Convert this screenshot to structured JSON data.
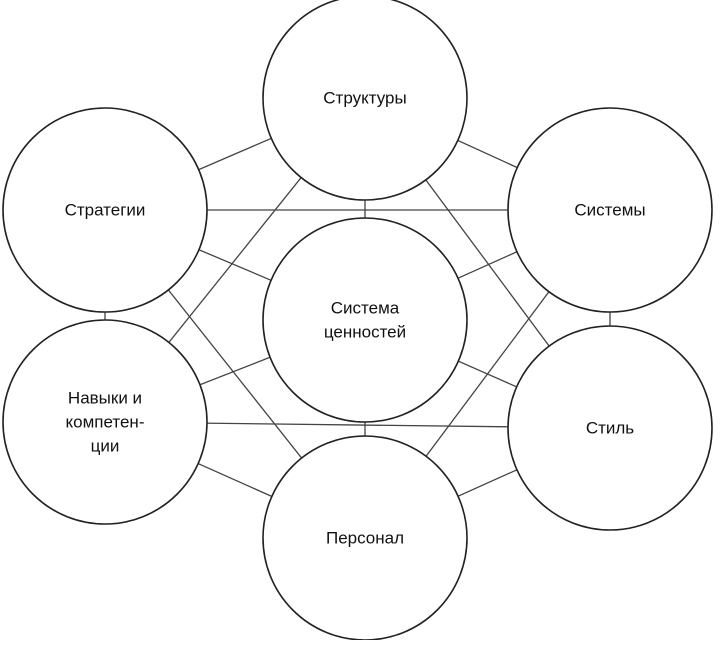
{
  "nodes": [
    {
      "id": "structures",
      "lines": [
        "Структуры"
      ]
    },
    {
      "id": "strategies",
      "lines": [
        "Стратегии"
      ]
    },
    {
      "id": "systems",
      "lines": [
        "Системы"
      ]
    },
    {
      "id": "values",
      "lines": [
        "Система",
        "ценностей"
      ]
    },
    {
      "id": "skills",
      "lines": [
        "Навыки и",
        "компетен-",
        "ции"
      ]
    },
    {
      "id": "style",
      "lines": [
        "Стиль"
      ]
    },
    {
      "id": "staff",
      "lines": [
        "Персонал"
      ]
    }
  ],
  "edges": [
    [
      "structures",
      "strategies"
    ],
    [
      "structures",
      "systems"
    ],
    [
      "structures",
      "values"
    ],
    [
      "structures",
      "skills"
    ],
    [
      "structures",
      "style"
    ],
    [
      "strategies",
      "systems"
    ],
    [
      "strategies",
      "values"
    ],
    [
      "strategies",
      "skills"
    ],
    [
      "strategies",
      "staff"
    ],
    [
      "systems",
      "values"
    ],
    [
      "systems",
      "style"
    ],
    [
      "systems",
      "staff"
    ],
    [
      "values",
      "skills"
    ],
    [
      "values",
      "style"
    ],
    [
      "values",
      "staff"
    ],
    [
      "skills",
      "style"
    ],
    [
      "skills",
      "staff"
    ],
    [
      "style",
      "staff"
    ]
  ]
}
